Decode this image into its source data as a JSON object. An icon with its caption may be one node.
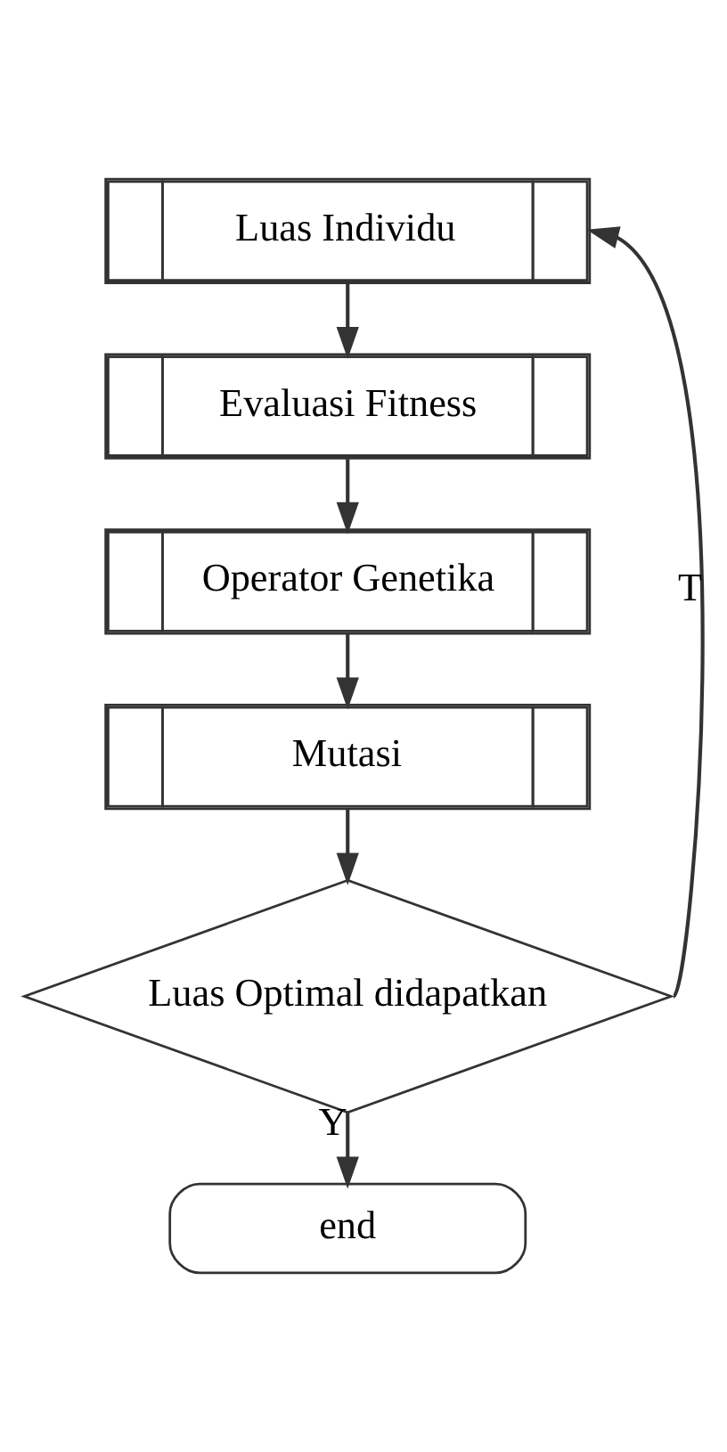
{
  "diagram": {
    "nodes": [
      {
        "text": [
          "Luas Individu"
        ]
      },
      {
        "text": [
          "Evaluasi Fitness"
        ]
      },
      {
        "text": [
          "Operator Genetika"
        ]
      },
      {
        "text": [
          "Mutasi"
        ]
      },
      {
        "text": [
          "Luas Optimal didapatkan"
        ]
      },
      {
        "text": [
          "end"
        ]
      }
    ],
    "edges": [
      {
        "from": 0,
        "to": 1,
        "arrow": "to"
      },
      {
        "from": 1,
        "to": 2,
        "arrow": "to"
      },
      {
        "from": 2,
        "to": 3,
        "arrow": "to"
      },
      {
        "from": 3,
        "to": 4,
        "arrow": "to"
      },
      {
        "from": 4,
        "to": 5,
        "arrow": "to",
        "label": "Y"
      },
      {
        "from": 4,
        "to": 0,
        "arrow": "to",
        "label": "T"
      }
    ]
  }
}
